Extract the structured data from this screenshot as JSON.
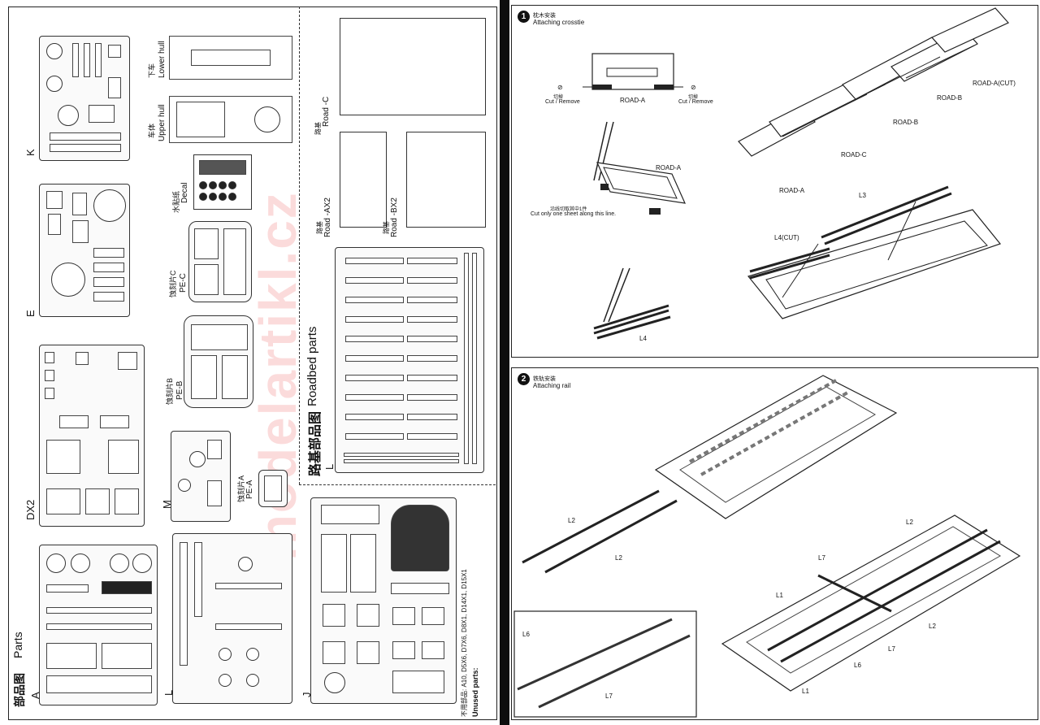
{
  "left_page": {
    "watermark": "modelartikl.cz",
    "sprues": {
      "K": "K",
      "E": "E",
      "DX2": "DX2",
      "M": "M",
      "A": "A",
      "L": "L",
      "J": "J"
    },
    "parts_title_cn": "部品图",
    "parts_title_en": "Parts",
    "lower_hull_cn": "下车",
    "lower_hull_en": "Lower hull",
    "upper_hull_cn": "车体",
    "upper_hull_en": "Upper hull",
    "decal_cn": "水贴纸",
    "decal_en": "Decal",
    "pe_c_cn": "蚀刻片C",
    "pe_c_en": "PE-C",
    "pe_b_cn": "蚀刻片B",
    "pe_b_en": "PE-B",
    "pe_a_cn": "蚀刻片A",
    "pe_a_en": "PE-A",
    "road_c_cn": "路基",
    "road_c_en": "Road -C",
    "road_ax2_cn": "路基",
    "road_ax2_en": "Road -AX2",
    "road_bx2_cn": "路基",
    "road_bx2_en": "Road -BX2",
    "roadbed_cn": "路基部品图",
    "roadbed_en": "Roadbed parts",
    "unused_cn": "不用部品: A10, D5X6, D7X6, D8X1, D14X1, D15X1",
    "unused_en": "Unused parts:"
  },
  "step1": {
    "number": "1",
    "title_cn": "枕木安装",
    "title_en": "Attaching crosstie",
    "cut_cn": "切掉",
    "cut_en": "Cut / Remove",
    "road_a": "ROAD-A",
    "road_b": "ROAD-B",
    "road_c": "ROAD-C",
    "road_a_cut": "ROAD-A(CUT)",
    "cut_line_cn": "沿线切取其中1件",
    "cut_line_en": "Cut only one sheet along this line.",
    "l3": "L3",
    "l4": "L4",
    "l4_cut": "L4(CUT)"
  },
  "step2": {
    "number": "2",
    "title_cn": "铁轨安装",
    "title_en": "Attaching rail",
    "l1": "L1",
    "l2": "L2",
    "l6": "L6",
    "l7": "L7"
  }
}
